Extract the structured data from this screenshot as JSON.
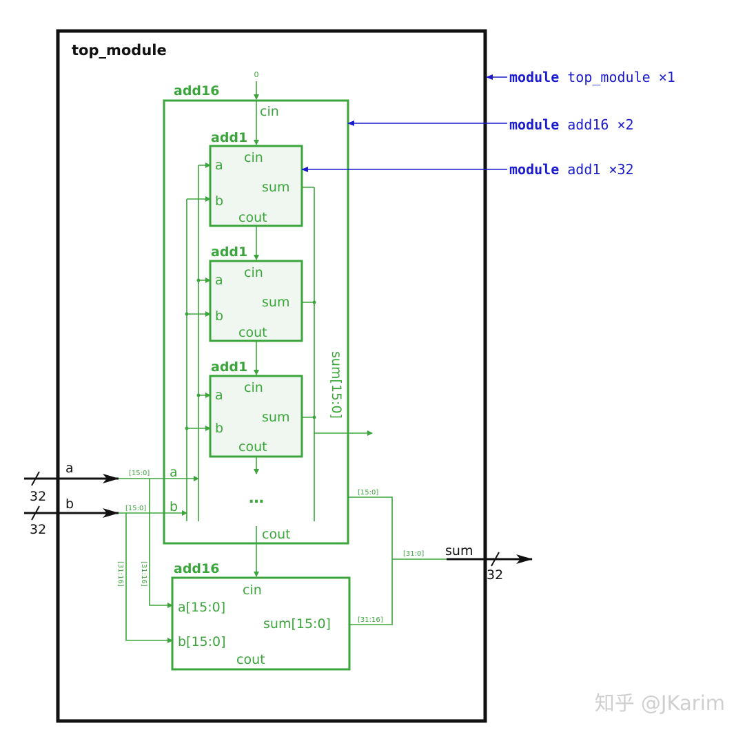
{
  "top": {
    "title": "top_module"
  },
  "zero_label": "0",
  "add16_top": {
    "title": "add16",
    "cin": "cin",
    "cout": "cout",
    "sum_bus": "sum[15:0]"
  },
  "add1_blocks": [
    {
      "title": "add1",
      "a": "a",
      "b": "b",
      "cin": "cin",
      "sum": "sum",
      "cout": "cout"
    },
    {
      "title": "add1",
      "a": "a",
      "b": "b",
      "cin": "cin",
      "sum": "sum",
      "cout": "cout"
    },
    {
      "title": "add1",
      "a": "a",
      "b": "b",
      "cin": "cin",
      "sum": "sum",
      "cout": "cout"
    }
  ],
  "ellipsis": "…",
  "add16_bottom": {
    "title": "add16",
    "cin": "cin",
    "a": "a[15:0]",
    "b": "b[15:0]",
    "sum": "sum[15:0]",
    "cout": "cout"
  },
  "inputs": {
    "a_label": "a",
    "a_width": "32",
    "a_slice": "[15:0]",
    "a_inner": "a",
    "b_label": "b",
    "b_width": "32",
    "b_slice": "[15:0]",
    "b_inner": "b",
    "a_hi_slice": "[31:16]",
    "b_hi_slice": "[31:16]"
  },
  "output": {
    "label": "sum",
    "width": "32",
    "slice_lo": "[15:0]",
    "slice_hi": "[31:16]",
    "slice_all": "[31:0]"
  },
  "annotations": [
    {
      "keyword": "module",
      "name": "top_module ×1"
    },
    {
      "keyword": "module",
      "name": "add16 ×2"
    },
    {
      "keyword": "module",
      "name": "add1 ×32"
    }
  ],
  "watermark": "知乎 @JKarim",
  "colors": {
    "green": "#3aa53a",
    "blue": "#1a1ad0",
    "black": "#111111",
    "add1_fill": "#f0f7f0"
  }
}
